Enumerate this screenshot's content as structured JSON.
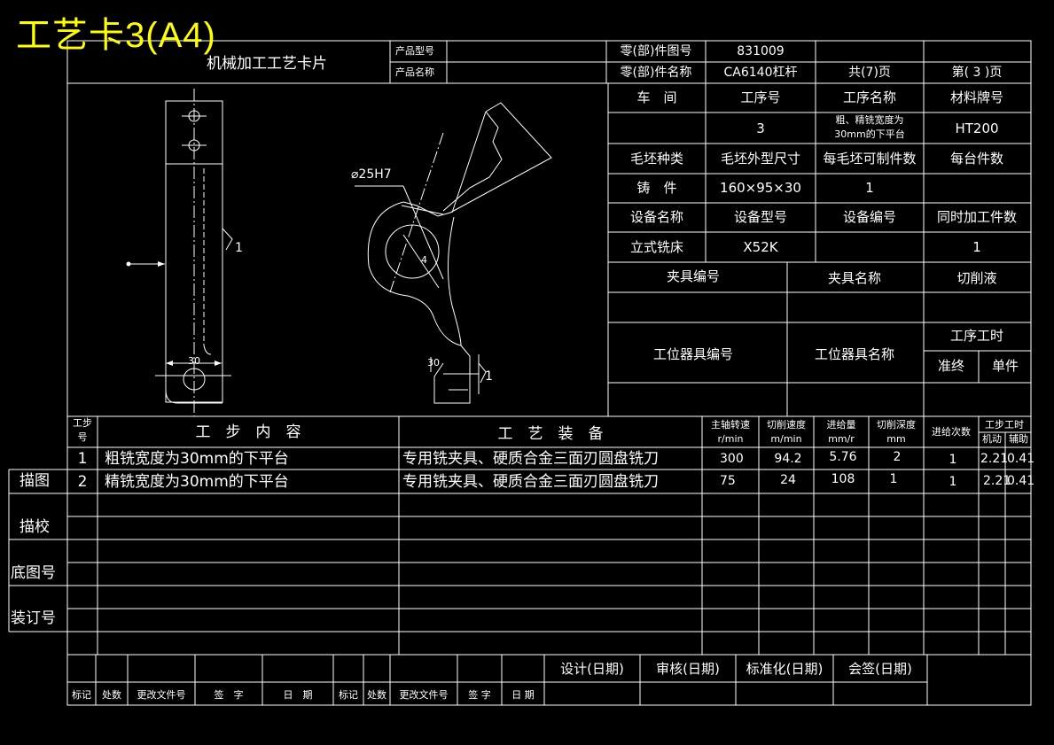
{
  "banner": "工艺卡3(A4)",
  "header": {
    "card_title": "机械加工工艺卡片",
    "product_model_label": "产品型号",
    "product_name_label": "产品名称",
    "part_drawing_no_label": "零(部)件图号",
    "part_drawing_no": "831009",
    "part_name_label": "零(部)件名称",
    "part_name": "CA6140杠杆",
    "total_pages": "共(7)页",
    "page_no": "第( 3 )页"
  },
  "info": {
    "workshop_label": "车　间",
    "op_no_label": "工序号",
    "op_name_label": "工序名称",
    "material_label": "材料牌号",
    "op_no": "3",
    "op_name_line1": "粗、精铣宽度为",
    "op_name_line2": "30mm的下平台",
    "material": "HT200",
    "blank_type_label": "毛坯种类",
    "blank_size_label": "毛坯外型尺寸",
    "per_blank_label": "每毛坯可制件数",
    "per_unit_label": "每台件数",
    "blank_type": "铸　件",
    "blank_size": "160×95×30",
    "per_blank": "1",
    "equip_name_label": "设备名称",
    "equip_model_label": "设备型号",
    "equip_no_label": "设备编号",
    "simul_label": "同时加工件数",
    "equip_name": "立式铣床",
    "equip_model": "X52K",
    "simul": "1",
    "fixture_no_label": "夹具编号",
    "fixture_name_label": "夹具名称",
    "coolant_label": "切削液",
    "station_no_label": "工位器具编号",
    "station_name_label": "工位器具名称",
    "op_time_label": "工序工时",
    "prep_label": "准终",
    "unit_label": "单件"
  },
  "drawing": {
    "dim_30": "30",
    "rough_1": "1",
    "hole_label": "⌀25H7",
    "dim_4": "4",
    "rough_1b": "1",
    "dim_30b": "30"
  },
  "steps_header": {
    "step_line1": "工步",
    "step_line2": "号",
    "content": "工　步　内　容",
    "equipment": "工　艺　装　备",
    "spindle": "主轴转速",
    "spindle_unit": "r/min",
    "speed": "切削速度",
    "speed_unit": "m/min",
    "feed": "进给量",
    "feed_unit": "mm/r",
    "depth": "切削深度",
    "depth_unit": "mm",
    "passes": "进给次数",
    "step_time": "工步工时",
    "machine": "机动",
    "aux": "辅助"
  },
  "steps": [
    {
      "no": "1",
      "content": "粗铣宽度为30mm的下平台",
      "equipment": "专用铣夹具、硬质合金三面刃圆盘铣刀",
      "spindle": "300",
      "speed": "94.2",
      "feed": "5.76",
      "depth": "2",
      "passes": "1",
      "machine": "2.21",
      "aux": "0.41"
    },
    {
      "no": "2",
      "content": "精铣宽度为30mm的下平台",
      "equipment": "专用铣夹具、硬质合金三面刃圆盘铣刀",
      "spindle": "75",
      "speed": "24",
      "feed": "108",
      "depth": "1",
      "passes": "1",
      "machine": "2.21",
      "aux": "0.41"
    }
  ],
  "side": {
    "trace": "描图",
    "trace_check": "描校",
    "base_no": "底图号",
    "binding_no": "装订号"
  },
  "footer": {
    "design": "设计(日期)",
    "review": "审核(日期)",
    "standard": "标准化(日期)",
    "countersign": "会签(日期)",
    "mark": "标记",
    "count": "处数",
    "change_doc": "更改文件号",
    "sign": "签　字",
    "date": "日　期",
    "mark2": "标记",
    "count2": "处数",
    "change_doc2": "更改文件号",
    "sign2": "签 字",
    "date2": "日 期"
  }
}
